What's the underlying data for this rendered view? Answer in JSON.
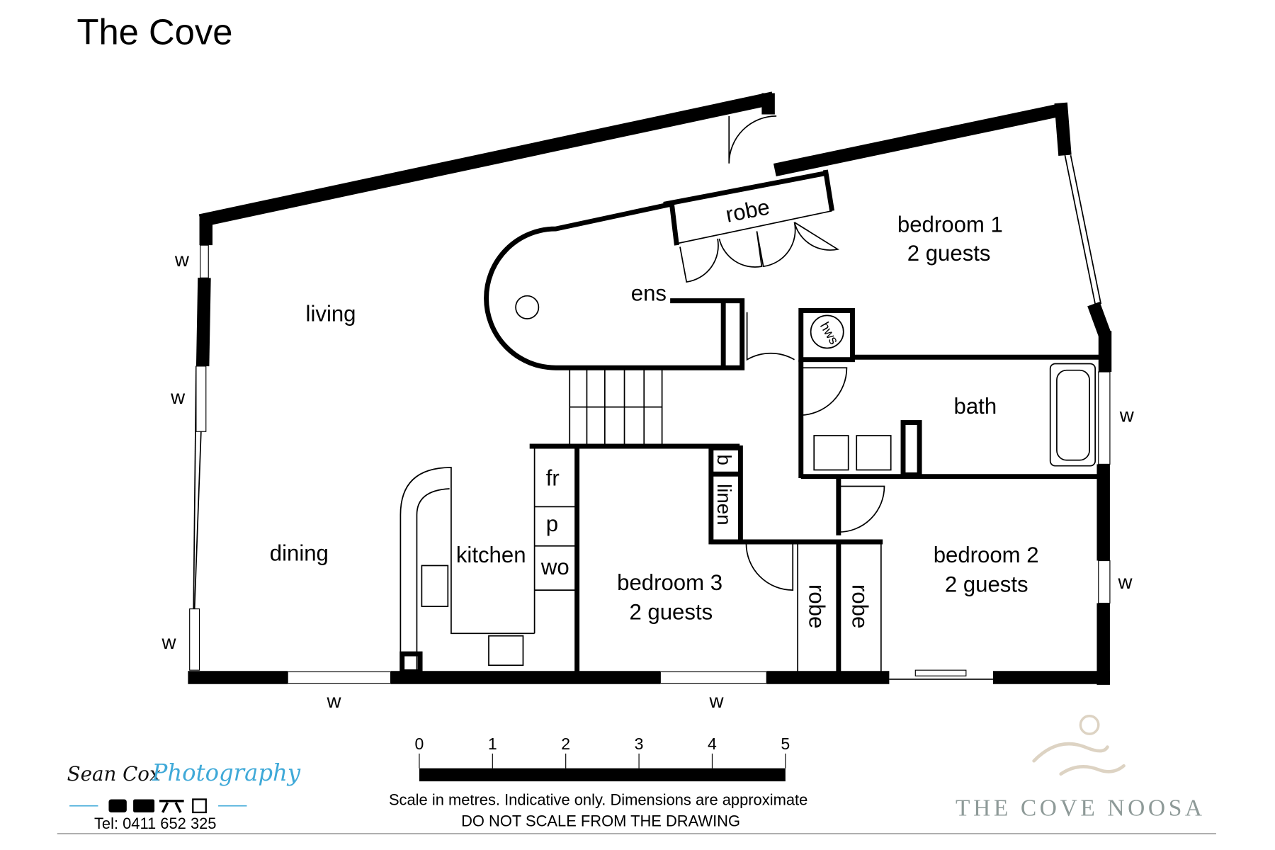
{
  "title": "The Cove",
  "rooms": {
    "living": "living",
    "dining": "dining",
    "kitchen": "kitchen",
    "fridge": "fr",
    "pantry": "p",
    "washer": "wo",
    "ensuite": "ens",
    "robe_bed1": "robe",
    "bedroom1": "bedroom 1",
    "bedroom1_guests": "2 guests",
    "hws": "hws",
    "bath": "bath",
    "broom": "b",
    "linen": "linen",
    "bedroom3": "bedroom 3",
    "bedroom3_guests": "2 guests",
    "robe_bed3": "robe",
    "robe_bed2": "robe",
    "bedroom2": "bedroom 2",
    "bedroom2_guests": "2 guests"
  },
  "window_label": "w",
  "scale": {
    "ticks": [
      "0",
      "1",
      "2",
      "3",
      "4",
      "5"
    ],
    "note1": "Scale in metres. Indicative only. Dimensions are approximate",
    "note2": "DO NOT SCALE FROM THE DRAWING"
  },
  "photographer": {
    "name": "Sean Cox",
    "script": "Photography",
    "phone": "Tel: 0411 652 325",
    "accent": "#3fa9d8"
  },
  "brand": {
    "name": "THE COVE NOOSA",
    "logo_color": "#ddd3c3",
    "text_color": "#8e9a98"
  }
}
